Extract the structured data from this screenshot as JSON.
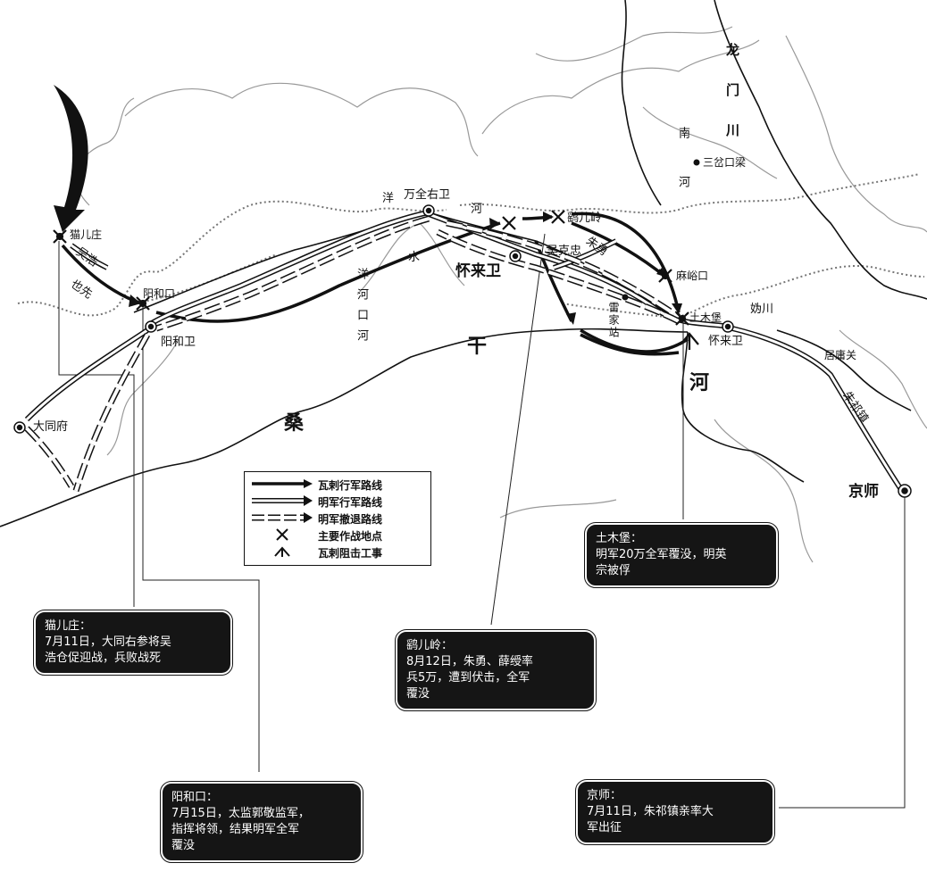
{
  "places": {
    "maoerzhuang": "猫儿庄",
    "yanghekou": "阳和口",
    "yanghewei": "阳和卫",
    "datongfu": "大同府",
    "wanquanyouwei": "万全右卫",
    "huailaiwei_big": "怀来卫",
    "yao_er_ling": "鹞儿岭",
    "mayukou": "麻峪口",
    "tumubao": "土木堡",
    "huailaiwei_small": "怀来卫",
    "jushuguan": "居庸关",
    "jingshi": "京师",
    "sangeliang": "三岔口梁",
    "leijiazhan": "雷家站"
  },
  "rivers": {
    "yang": "洋",
    "yang_he": "河",
    "yang_shui": "水",
    "yang_yang_he": "洋河口河",
    "sang": "桑",
    "gan": "干",
    "he": "河",
    "longmenchuan": "龙门川",
    "nanhe": "南河",
    "guishui": "妫川"
  },
  "generals": {
    "wuhao": "吴浩",
    "yexian": "也先",
    "wukezhong": "吴克忠",
    "zhuyong": "朱勇",
    "zhuqizhen": "朱祁镇"
  },
  "legend": {
    "items": [
      "瓦剌行军路线",
      "明军行军路线",
      "明军撤退路线",
      "主要作战地点",
      "瓦剌阻击工事"
    ]
  },
  "callouts": {
    "maoer": {
      "title": "猫儿庄：",
      "lines": [
        "7月11日，大同右参将吴",
        "浩仓促迎战，兵败战死"
      ]
    },
    "yanghe": {
      "title": "阳和口：",
      "lines": [
        "7月15日，太监郭敬监军，",
        "指挥将领，结果明军全军",
        "覆没"
      ]
    },
    "yaoer": {
      "title": "鹞儿岭：",
      "lines": [
        "8月12日，朱勇、薛绶率",
        "兵5万，遭到伏击，全军",
        "覆没"
      ]
    },
    "tumu": {
      "title": "土木堡：",
      "lines": [
        "明军20万全军覆没，明英",
        "宗被俘"
      ]
    },
    "jingshi": {
      "title": "京师：",
      "lines": [
        "7月11日，朱祁镇亲率大",
        "军出征"
      ]
    }
  }
}
